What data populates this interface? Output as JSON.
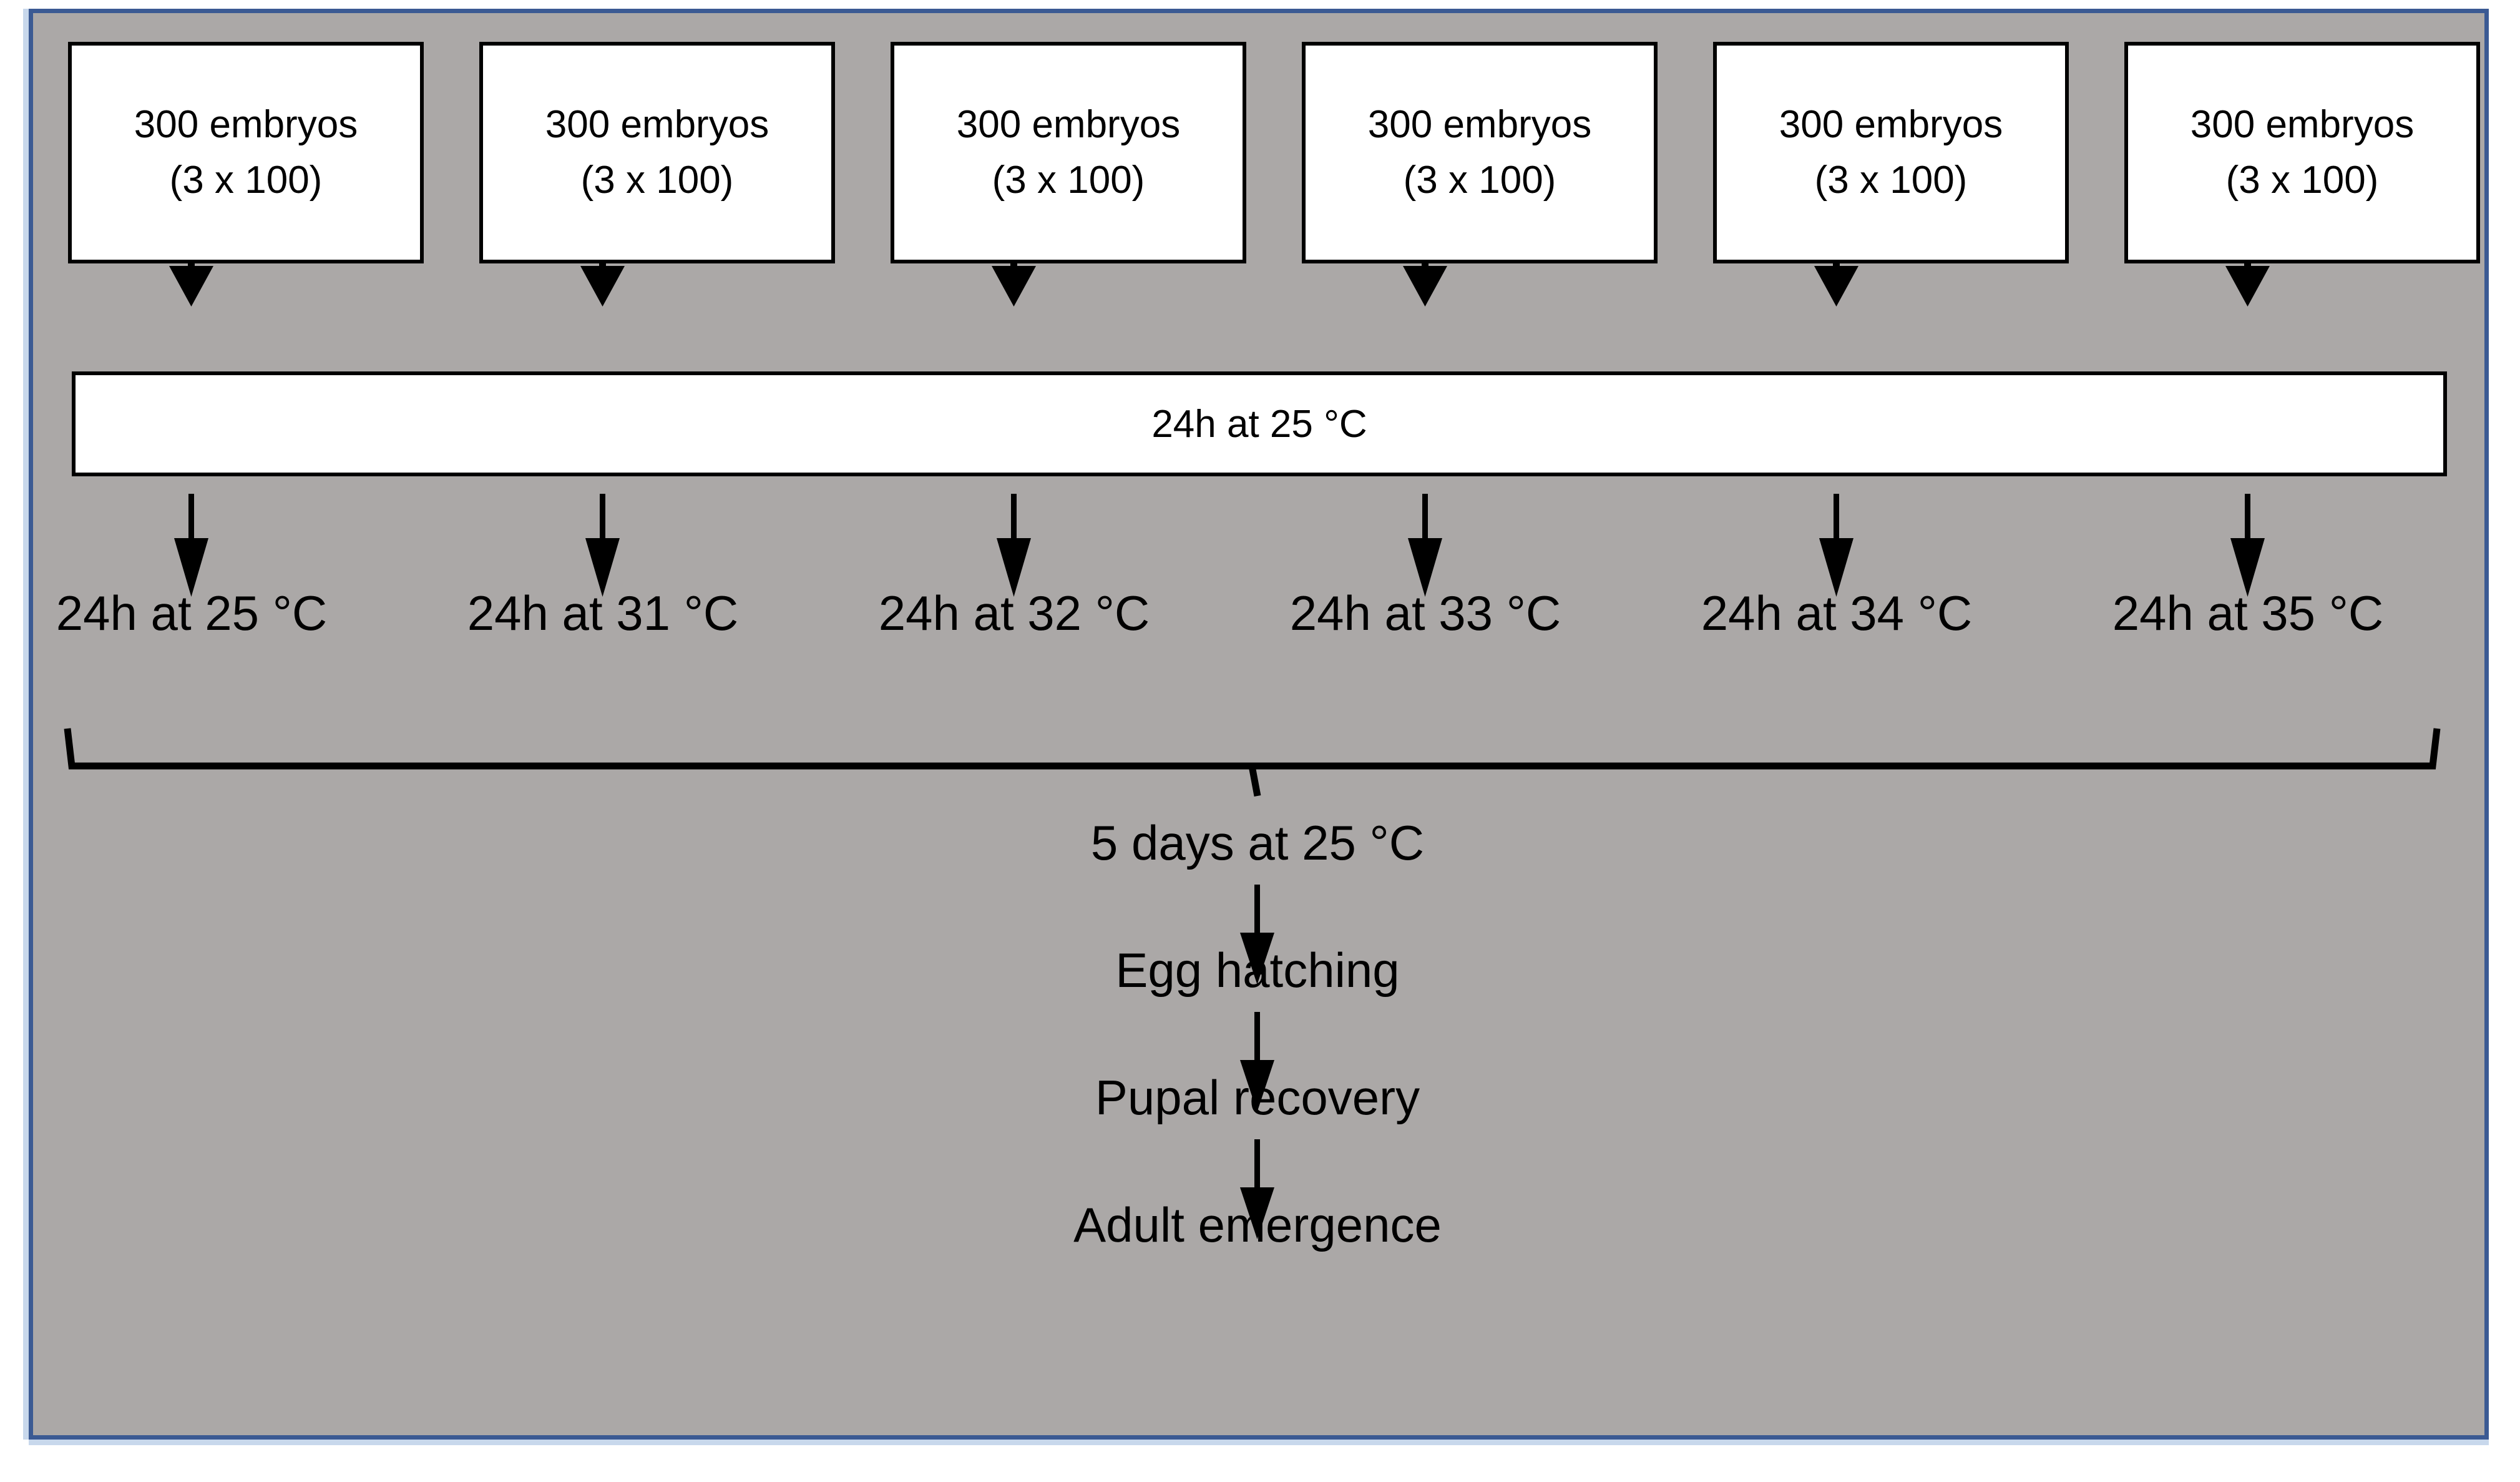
{
  "figure": {
    "kind": "experimental-workflow-flowchart",
    "background_color": "#ABA8A7",
    "frame_border_color": "#3B5A93",
    "box_fill_color": "#FFFFFF",
    "line_color": "#000000"
  },
  "embryo_boxes": [
    {
      "line1": "300 embryos",
      "line2": "(3 x 100)"
    },
    {
      "line1": "300 embryos",
      "line2": "(3 x 100)"
    },
    {
      "line1": "300 embryos",
      "line2": "(3 x 100)"
    },
    {
      "line1": "300 embryos",
      "line2": "(3 x 100)"
    },
    {
      "line1": "300 embryos",
      "line2": "(3 x 100)"
    },
    {
      "line1": "300 embryos",
      "line2": "(3 x 100)"
    }
  ],
  "incubation_bar": {
    "label": "24h at 25 °C"
  },
  "temperature_treatments": [
    {
      "label": "24h at 25 °C",
      "duration": "24h",
      "temperature_c": 25
    },
    {
      "label": "24h at 31 °C",
      "duration": "24h",
      "temperature_c": 31
    },
    {
      "label": "24h at 32 °C",
      "duration": "24h",
      "temperature_c": 32
    },
    {
      "label": "24h at 33 °C",
      "duration": "24h",
      "temperature_c": 33
    },
    {
      "label": "24h at 34 °C",
      "duration": "24h",
      "temperature_c": 34
    },
    {
      "label": "24h at 35 °C",
      "duration": "24h",
      "temperature_c": 35
    }
  ],
  "downstream_chain": [
    {
      "label": "5 days at 25 °C"
    },
    {
      "label": "Egg hatching"
    },
    {
      "label": "Pupal recovery"
    },
    {
      "label": "Adult emergence"
    }
  ]
}
